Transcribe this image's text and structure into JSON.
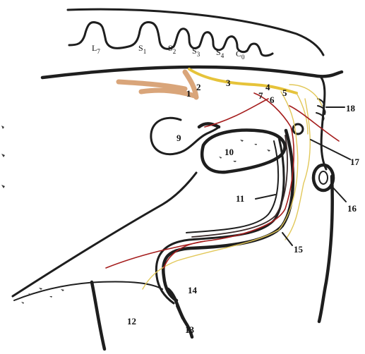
{
  "vertebrae": {
    "l7": "L",
    "l7_sub": "7",
    "s": "S",
    "s1_sub": "1",
    "s2_sub": "2",
    "s3_sub": "3",
    "s4_sub": "4",
    "cd_main": "C",
    "cd_sub": "0"
  },
  "labels": [
    {
      "id": "1",
      "text": "1"
    },
    {
      "id": "2",
      "text": "2"
    },
    {
      "id": "3",
      "text": "3"
    },
    {
      "id": "4",
      "text": "4"
    },
    {
      "id": "5",
      "text": "5"
    },
    {
      "id": "6",
      "text": "6"
    },
    {
      "id": "7",
      "text": "7"
    },
    {
      "id": "9",
      "text": "9"
    },
    {
      "id": "10",
      "text": "10"
    },
    {
      "id": "11",
      "text": "11"
    },
    {
      "id": "12",
      "text": "12"
    },
    {
      "id": "13",
      "text": "13"
    },
    {
      "id": "14",
      "text": "14"
    },
    {
      "id": "15",
      "text": "15"
    },
    {
      "id": "16",
      "text": "16"
    },
    {
      "id": "17",
      "text": "17"
    },
    {
      "id": "18",
      "text": "18"
    }
  ],
  "colors": {
    "outline": "#1e1e1e",
    "nerve_tan": "#d9a57a",
    "nerve_yellow": "#e6c33a",
    "vessel_red": "#a51d1d"
  }
}
